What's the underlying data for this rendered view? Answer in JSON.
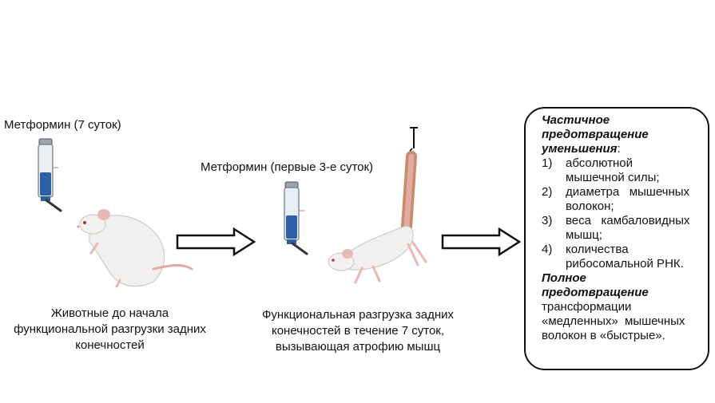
{
  "stage1": {
    "drug_label": "Метформин (7 суток)",
    "caption_lines": [
      "Животные до начала",
      "функциональной разгрузки задних",
      "конечностей"
    ]
  },
  "stage2": {
    "drug_label": "Метформин (первые 3-е суток)",
    "caption_lines": [
      "Функциональная разгрузка задних",
      "конечностей в течение 7 суток,",
      "вызывающая атрофию мышц"
    ]
  },
  "result": {
    "partial_heading_lines": [
      "Частичное",
      "предотвращение",
      "уменьшения"
    ],
    "partial_colon": ":",
    "items": [
      {
        "num": "1)",
        "lines": [
          "абсолютной",
          "мышечной силы;"
        ]
      },
      {
        "num": "2)",
        "lines": [
          "диаметра   мышечных",
          "волокон;"
        ]
      },
      {
        "num": "3)",
        "lines": [
          "веса   камбаловидных",
          "мышц;"
        ]
      },
      {
        "num": "4)",
        "lines": [
          "количества",
          "рибосомальной РНК."
        ]
      }
    ],
    "full_heading_lines": [
      "Полное",
      "предотвращение"
    ],
    "full_body_lines": [
      "трансформации",
      "«медленных»  мышечных",
      "волокон в «быстрые»."
    ]
  },
  "colors": {
    "bottle_blue": "#2c5fa8",
    "rat_body": "#f2f0ee",
    "ear_pink": "#e9b7b5",
    "tail_pink": "#e3a9a3",
    "harness_tan": "#c98a6a",
    "outline": "#111111"
  }
}
